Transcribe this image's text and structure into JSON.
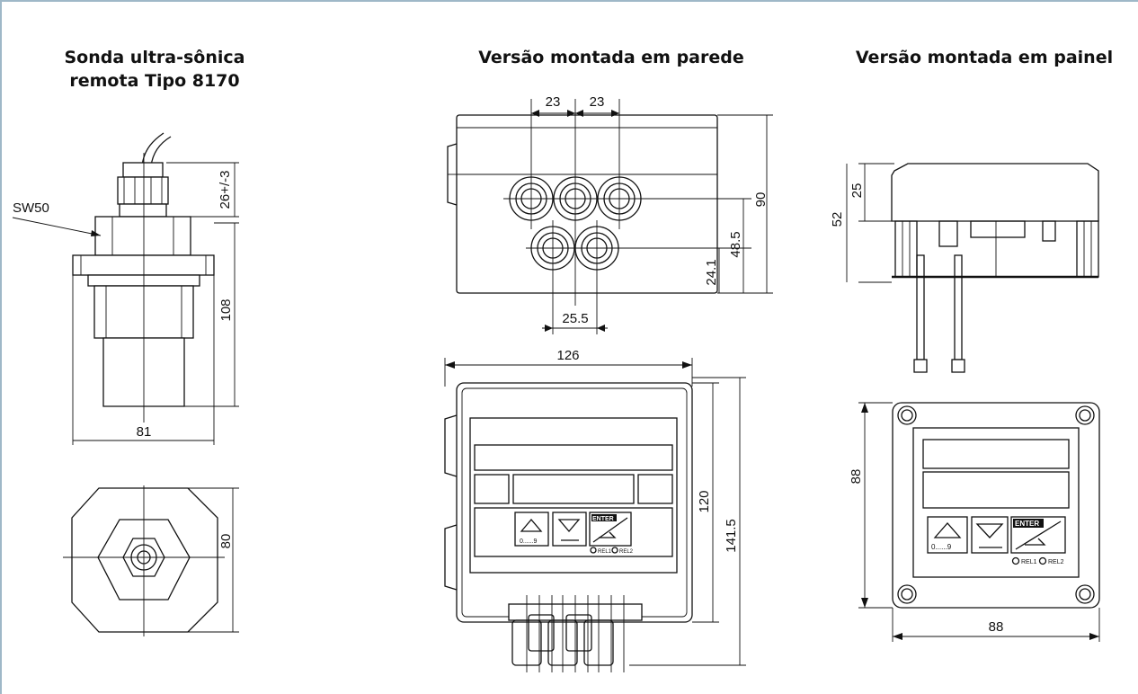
{
  "titles": {
    "probe": [
      "Sonda ultra-sônica",
      "remota Tipo 8170"
    ],
    "wall": "Versão montada em parede",
    "panel": "Versão montada em painel"
  },
  "probe": {
    "callout": "SW50",
    "dims": {
      "cable_gland": "26+/-3",
      "height": "108",
      "width": "81",
      "bottom_width": "80"
    }
  },
  "wall": {
    "dims": {
      "pitch_a": "23",
      "pitch_b": "23",
      "height": "90",
      "upper_row": "48.5",
      "lower_row": "24.1",
      "lower_pitch": "25.5",
      "width": "126",
      "front_height": "120",
      "total_height": "141.5"
    }
  },
  "panel": {
    "dims": {
      "depth": "25",
      "total_depth": "52",
      "height": "88",
      "width": "88"
    }
  },
  "keypad": {
    "keys": [
      "0......9",
      "ENTER"
    ],
    "relays": [
      "REL1",
      "REL2"
    ]
  }
}
